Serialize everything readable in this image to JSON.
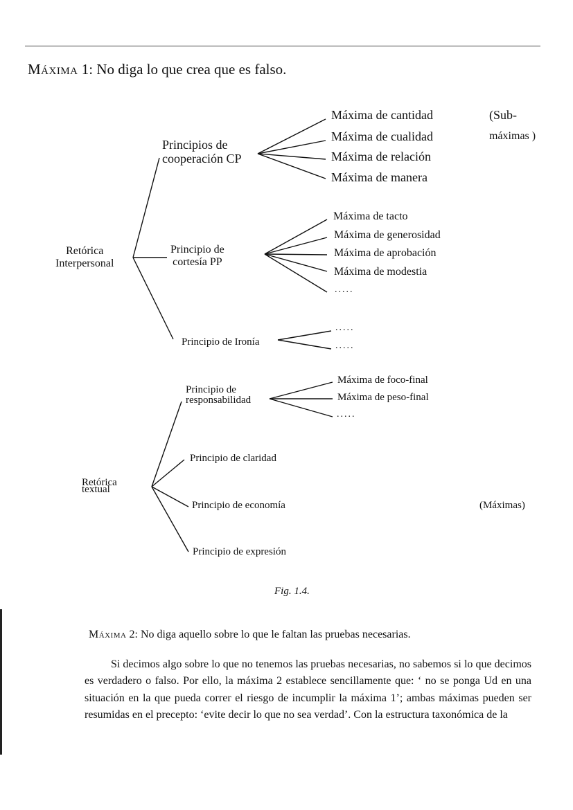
{
  "heading1": {
    "label": "Máxima",
    "text": " 1: No diga lo que crea que es falso."
  },
  "interpersonal": {
    "root": [
      "Retórica",
      "Interpersonal"
    ],
    "cp": {
      "label": [
        "Principios de",
        "cooperación CP"
      ],
      "maxims": [
        "Máxima de cantidad",
        "Máxima de cualidad",
        "Máxima de relación",
        "Máxima de manera"
      ]
    },
    "pp": {
      "label": [
        "Principio de",
        "cortesía PP"
      ],
      "maxims": [
        "Máxima de tacto",
        "Máxima de generosidad",
        "Máxima de aprobación",
        "Máxima de modestia",
        "....."
      ]
    },
    "ironia": {
      "label": "Principio de Ironía",
      "maxims": [
        ".....",
        "....."
      ]
    },
    "note": [
      "(Sub-",
      "máximas )"
    ]
  },
  "textual": {
    "root": [
      "Retórica",
      "textual"
    ],
    "resp": {
      "label": [
        "Principio de",
        "responsabilidad"
      ],
      "maxims": [
        "Máxima de foco-final",
        "Máxima de peso-final",
        "....."
      ]
    },
    "claridad": "Principio de claridad",
    "economia": "Principio de economía",
    "expresion": "Principio de expresión",
    "note": "(Máximas)"
  },
  "caption": "Fig. 1.4.",
  "heading2": {
    "label": "Máxima",
    "text": " 2: No diga aquello sobre lo que le faltan las pruebas necesarias."
  },
  "paragraph": "Si decimos algo sobre lo que no tenemos las pruebas necesarias, no sabemos si lo que decimos es verdadero o falso. Por ello, la máxima 2 establece sencillamente que: ‘ no se ponga Ud en una situación en la que pueda correr el riesgo de incumplir la máxima 1’; ambas máximas pueden ser resumidas en el precepto: ‘evite decir lo que no sea verdad’. Con la estructura taxonómica de la"
}
